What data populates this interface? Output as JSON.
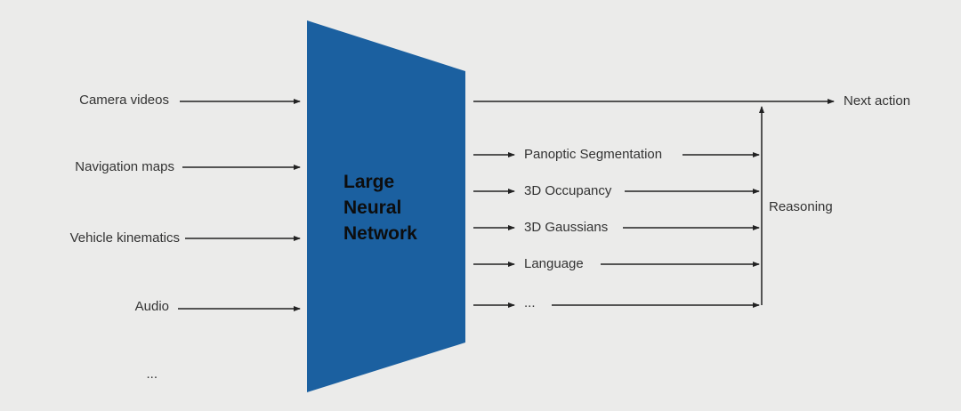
{
  "colors": {
    "background": "#ebebea",
    "network_fill": "#1b60a0",
    "arrow": "#222222",
    "text": "#333333",
    "network_text": "#0d0d0d"
  },
  "network": {
    "title_lines": [
      "Large",
      "Neural",
      "Network"
    ]
  },
  "inputs": [
    "Camera videos",
    "Navigation maps",
    "Vehicle kinematics",
    "Audio",
    "..."
  ],
  "outputs": {
    "primary": "Next action",
    "auxiliary": [
      "Panoptic Segmentation",
      "3D Occupancy",
      "3D Gaussians",
      "Language",
      "..."
    ],
    "reasoning_label": "Reasoning"
  }
}
